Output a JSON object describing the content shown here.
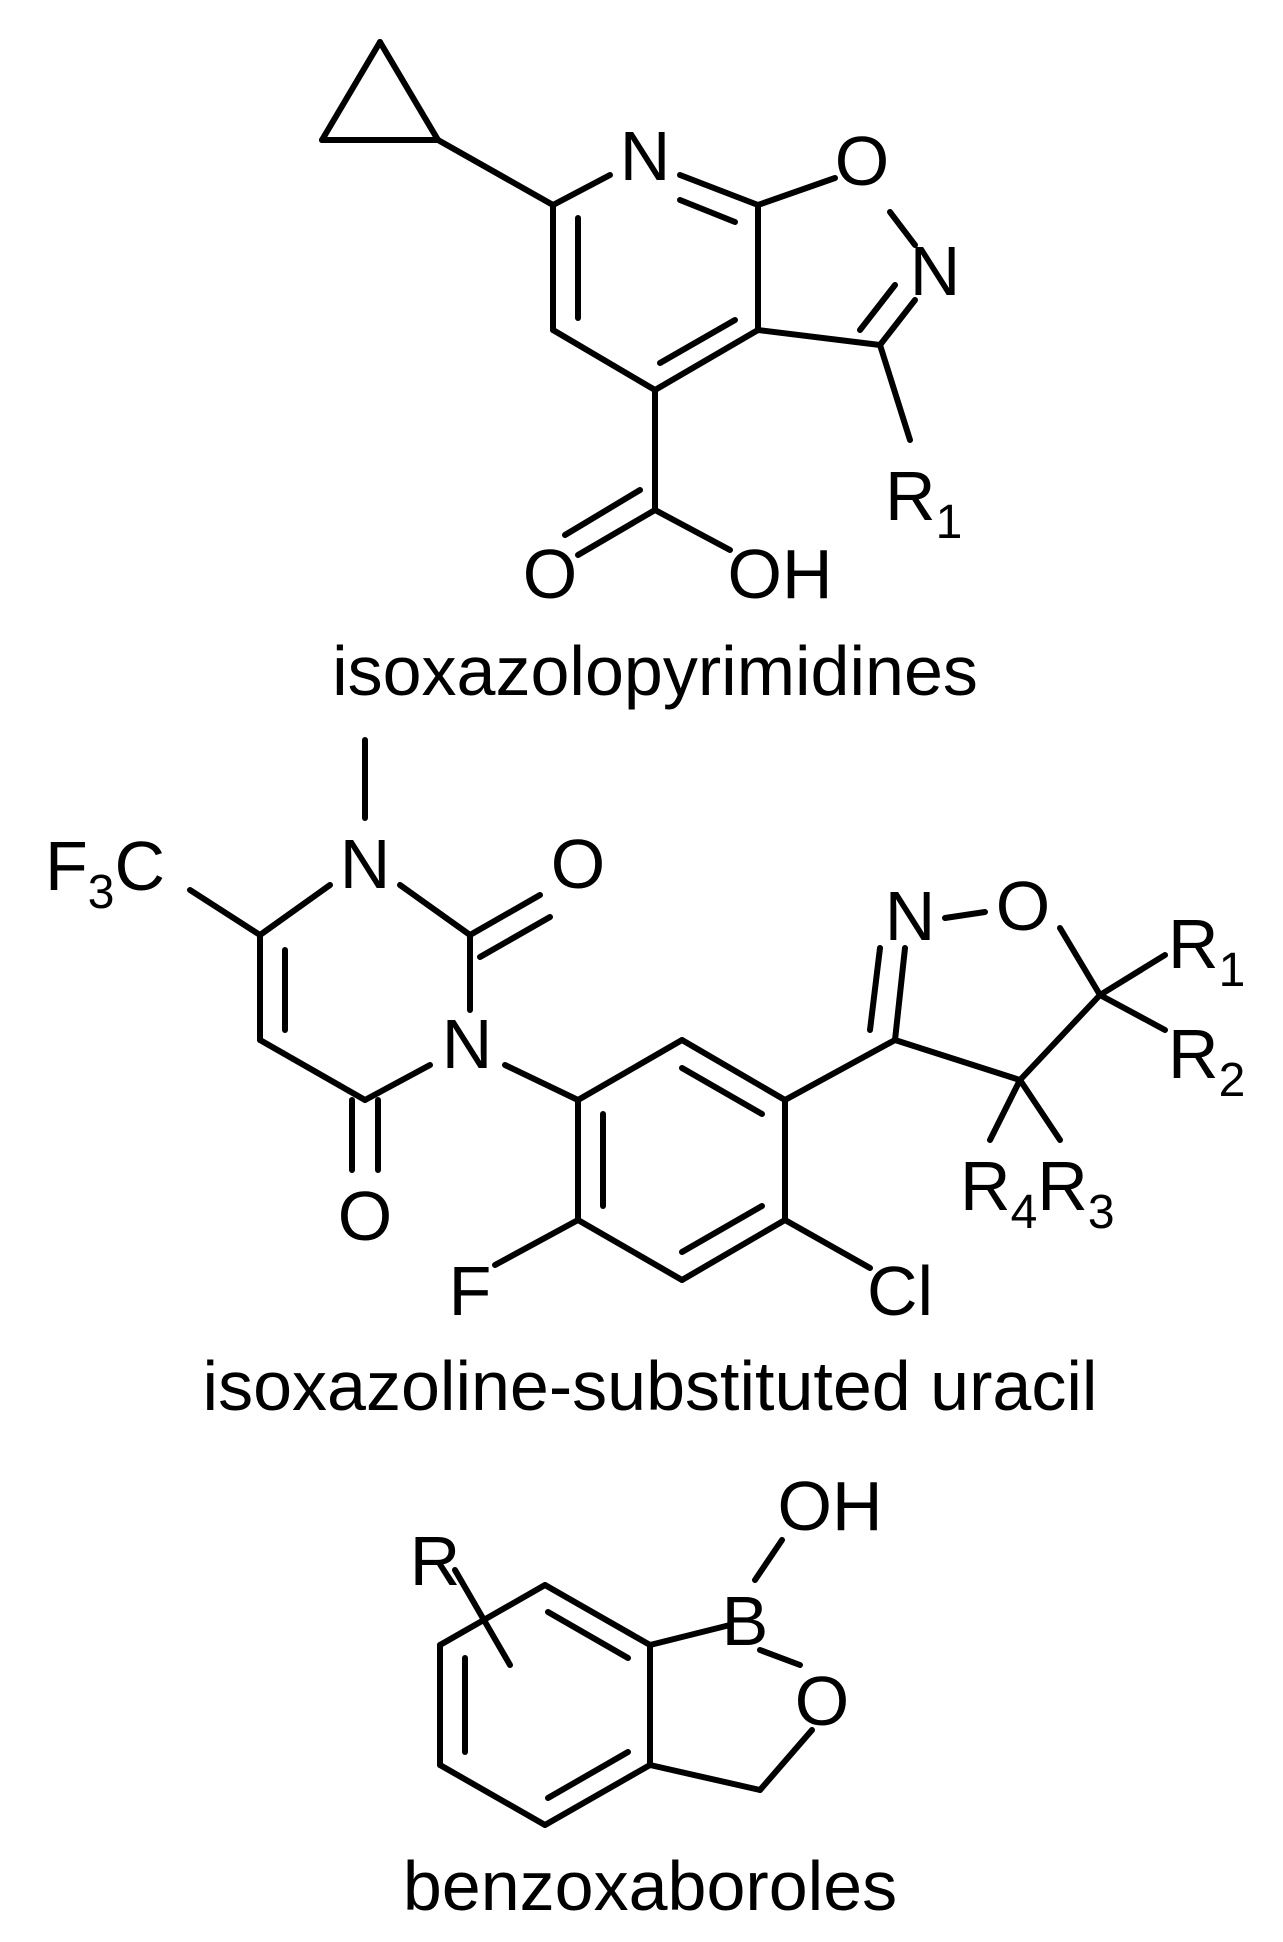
{
  "structures": [
    {
      "caption": "isoxazolopyrimidines",
      "labels": {
        "n_ring": "N",
        "o_ring": "O",
        "n_isox": "N",
        "r_main": "R",
        "r_sub": "1",
        "o_carbonyl": "O",
        "oh": "OH"
      }
    },
    {
      "caption": "isoxazoline-substituted uracil",
      "labels": {
        "f3c_f": "F",
        "f3c_3": "3",
        "f3c_c": "C",
        "n1": "N",
        "o_c2": "O",
        "n3": "N",
        "o_c4": "O",
        "f": "F",
        "cl": "Cl",
        "n_isox": "N",
        "o_isox": "O",
        "r1_main": "R",
        "r1_sub": "1",
        "r2_main": "R",
        "r2_sub": "2",
        "r4_main": "R",
        "r4_sub": "4",
        "r3_main": "R",
        "r3_sub": "3"
      }
    },
    {
      "caption": "benzoxaboroles",
      "labels": {
        "r": "R",
        "oh": "OH",
        "b": "B",
        "o_ring": "O"
      }
    }
  ]
}
